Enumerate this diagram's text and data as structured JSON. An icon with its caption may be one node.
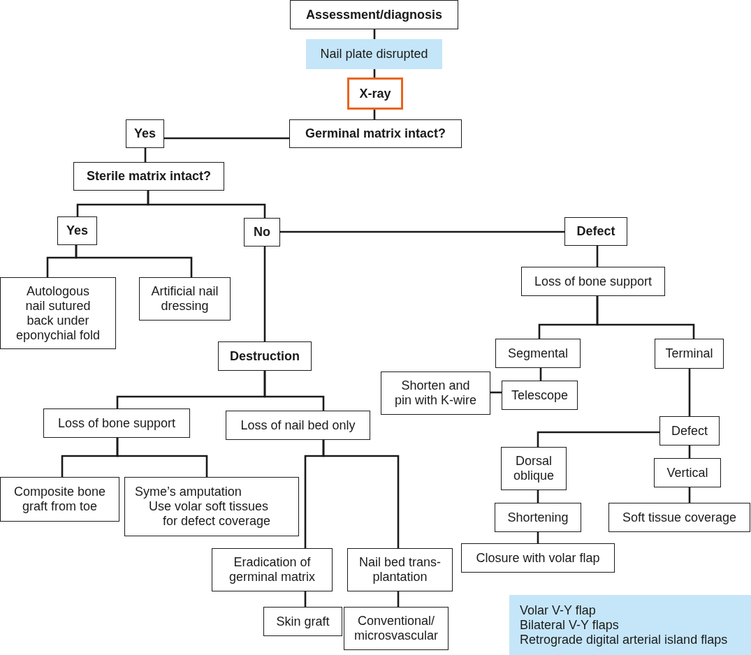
{
  "diagram": {
    "nodes": [
      {
        "text": [
          "Assessment/diagnosis"
        ]
      },
      {
        "text": [
          "Nail plate disrupted"
        ]
      },
      {
        "text": [
          "X-ray"
        ]
      },
      {
        "text": [
          "Germinal matrix intact?"
        ]
      },
      {
        "text": [
          "Yes"
        ]
      },
      {
        "text": [
          "Sterile matrix intact?"
        ]
      },
      {
        "text": [
          "Yes"
        ]
      },
      {
        "text": [
          "No"
        ]
      },
      {
        "text": [
          "Defect"
        ]
      },
      {
        "text": [
          "Autologous nail sutured back under eponychial fold"
        ]
      },
      {
        "text": [
          "Artificial nail dressing"
        ]
      },
      {
        "text": [
          "Destruction"
        ]
      },
      {
        "text": [
          "Loss of bone support"
        ]
      },
      {
        "text": [
          "Segmental"
        ]
      },
      {
        "text": [
          "Terminal"
        ]
      },
      {
        "text": [
          "Shorten and pin with K-wire"
        ]
      },
      {
        "text": [
          "Telescope"
        ]
      },
      {
        "text": [
          "Loss of bone support"
        ]
      },
      {
        "text": [
          "Loss of nail bed only"
        ]
      },
      {
        "text": [
          "Composite bone graft from toe"
        ]
      },
      {
        "text": [
          "Syme’s amputation",
          "Use volar soft tissues for defect coverage"
        ]
      },
      {
        "text": [
          "Eradication of germinal matrix"
        ]
      },
      {
        "text": [
          "Nail bed trans- plantation"
        ]
      },
      {
        "text": [
          "Skin graft"
        ]
      },
      {
        "text": [
          "Conventional/ microsvascular"
        ]
      },
      {
        "text": [
          "Defect"
        ]
      },
      {
        "text": [
          "Dorsal oblique"
        ]
      },
      {
        "text": [
          "Vertical"
        ]
      },
      {
        "text": [
          "Shortening"
        ]
      },
      {
        "text": [
          "Soft tissue coverage"
        ]
      },
      {
        "text": [
          "Closure with volar flap"
        ]
      },
      {
        "text": [
          "Volar V-Y flap",
          "Bilateral V-Y flaps",
          "Retrograde digital arterial island flaps"
        ]
      }
    ],
    "edges": [
      {
        "from": 0,
        "to": 1,
        "arrow": "none"
      },
      {
        "from": 1,
        "to": 2,
        "arrow": "none"
      },
      {
        "from": 2,
        "to": 3,
        "arrow": "none"
      },
      {
        "from": 3,
        "to": 4,
        "arrow": "none"
      },
      {
        "from": 4,
        "to": 5,
        "arrow": "none"
      },
      {
        "from": 5,
        "to": 6,
        "arrow": "none"
      },
      {
        "from": 5,
        "to": 7,
        "arrow": "none"
      },
      {
        "from": 7,
        "to": 8,
        "arrow": "none"
      },
      {
        "from": 6,
        "to": 9,
        "arrow": "none"
      },
      {
        "from": 6,
        "to": 10,
        "arrow": "none"
      },
      {
        "from": 7,
        "to": 11,
        "arrow": "none"
      },
      {
        "from": 8,
        "to": 12,
        "arrow": "none"
      },
      {
        "from": 12,
        "to": 13,
        "arrow": "none"
      },
      {
        "from": 12,
        "to": 14,
        "arrow": "none"
      },
      {
        "from": 13,
        "to": 16,
        "arrow": "none"
      },
      {
        "from": 16,
        "to": 15,
        "arrow": "none"
      },
      {
        "from": 11,
        "to": 17,
        "arrow": "none"
      },
      {
        "from": 11,
        "to": 18,
        "arrow": "none"
      },
      {
        "from": 17,
        "to": 19,
        "arrow": "none"
      },
      {
        "from": 17,
        "to": 20,
        "arrow": "none"
      },
      {
        "from": 18,
        "to": 21,
        "arrow": "none"
      },
      {
        "from": 18,
        "to": 22,
        "arrow": "none"
      },
      {
        "from": 21,
        "to": 23,
        "arrow": "none"
      },
      {
        "from": 22,
        "to": 24,
        "arrow": "none"
      },
      {
        "from": 14,
        "to": 25,
        "arrow": "none"
      },
      {
        "from": 25,
        "to": 26,
        "arrow": "none"
      },
      {
        "from": 25,
        "to": 27,
        "arrow": "none"
      },
      {
        "from": 26,
        "to": 28,
        "arrow": "none"
      },
      {
        "from": 27,
        "to": 29,
        "arrow": "none"
      },
      {
        "from": 28,
        "to": 30,
        "arrow": "none"
      }
    ]
  }
}
